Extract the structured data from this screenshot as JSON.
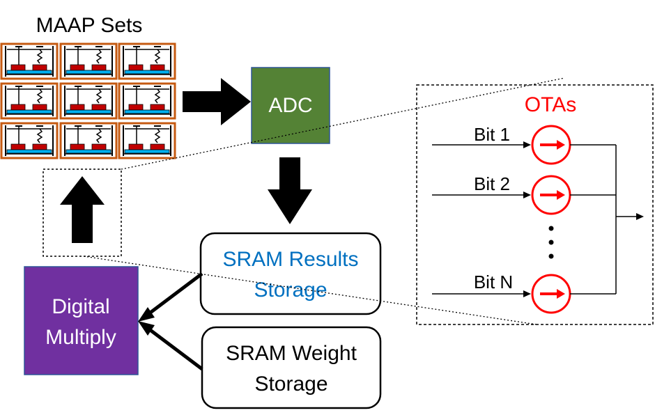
{
  "maap": {
    "title": "MAAP Sets",
    "rows": 3,
    "cols": 3
  },
  "adc": {
    "label": "ADC",
    "fill": "#548235",
    "border": "#2F5597",
    "text_color": "#ffffff"
  },
  "sram_results": {
    "line1": "SRAM Results",
    "line2": "Storage",
    "text_color": "#0070C0"
  },
  "sram_weight": {
    "line1": "SRAM Weight",
    "line2": "Storage",
    "text_color": "#000000"
  },
  "digital_multiply": {
    "line1": "Digital",
    "line2": "Multiply",
    "fill": "#7030A0",
    "text_color": "#ffffff"
  },
  "otas": {
    "title": "OTAs",
    "title_color": "#FF0000",
    "inputs": [
      "Bit 1",
      "Bit 2",
      "Bit N"
    ],
    "ellipsis": "• • •"
  },
  "colors": {
    "cell_border": "#C55A11",
    "cell_red": "#C00000",
    "cell_blue": "#00B0F0"
  },
  "icons": [
    "arrow-right-icon",
    "arrow-down-icon",
    "arrow-up-icon",
    "ota-symbol-icon"
  ]
}
